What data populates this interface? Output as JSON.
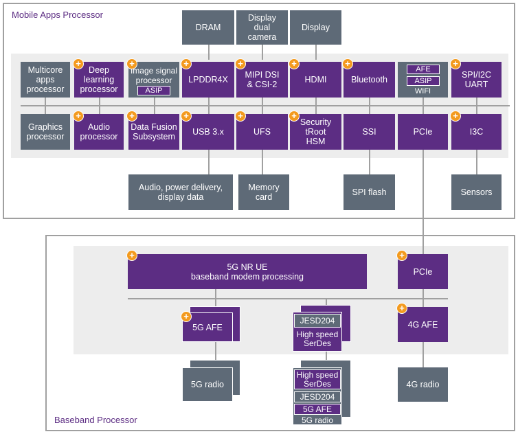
{
  "mobile": {
    "title": "Mobile Apps Processor",
    "external_top": {
      "dram": "DRAM",
      "camera": [
        "Display",
        "dual",
        "camera"
      ],
      "display": "Display"
    },
    "row1": {
      "multicore": [
        "Multicore",
        "apps",
        "processor"
      ],
      "deep_learning": [
        "Deep",
        "learning",
        "processor"
      ],
      "isp": [
        "Image signal",
        "processor"
      ],
      "isp_asip": "ASIP",
      "lpddr4x": "LPDDR4X",
      "mipi": [
        "MIPI DSI",
        "& CSI-2"
      ],
      "hdmi": "HDMI",
      "bluetooth": "Bluetooth",
      "wifi_afe": "AFE",
      "wifi_asip": "ASIP",
      "wifi": "WIFI",
      "spi_uart": [
        "SPI/I2C",
        "UART"
      ]
    },
    "row2": {
      "graphics": [
        "Graphics",
        "processor"
      ],
      "audio": [
        "Audio",
        "processor"
      ],
      "data_fusion": [
        "Data Fusion",
        "Subsystem"
      ],
      "usb": "USB 3.x",
      "ufs": "UFS",
      "security": [
        "Security",
        "tRoot",
        "HSM"
      ],
      "ssi": "SSI",
      "pcie": "PCIe",
      "i3c": "I3C"
    },
    "external_bottom": {
      "audio_power": [
        "Audio, power delivery,",
        "display data"
      ],
      "memory_card": [
        "Memory",
        "card"
      ],
      "spi_flash": "SPI flash",
      "sensors": "Sensors"
    }
  },
  "baseband": {
    "title": "Baseband Processor",
    "modem": [
      "5G NR UE",
      "baseband modem processing"
    ],
    "pcie": "PCIe",
    "afe_5g": "5G AFE",
    "jesd": "JESD204",
    "serdes": [
      "High speed",
      "SerDes"
    ],
    "afe_4g": "4G AFE",
    "radio_5g": "5G radio",
    "radio_stack": {
      "serdes": [
        "High speed",
        "SerDes"
      ],
      "jesd": "JESD204",
      "afe": "5G AFE",
      "label": "5G radio"
    },
    "radio_4g": "4G radio"
  },
  "plus_symbol": "+",
  "colors": {
    "purple": "#5c2d83",
    "grey": "#5e6a77",
    "orange": "#f39a1e",
    "band": "#ededed"
  }
}
